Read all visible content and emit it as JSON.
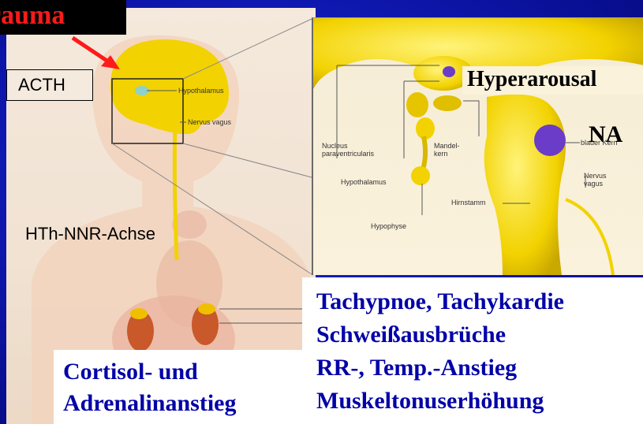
{
  "trauma_label": "rauma",
  "acth_label": "ACTH",
  "hth_label": "HTh-NNR-Achse",
  "hyperarousal_label": "Hyperarousal",
  "na_label": "NA",
  "anatomy_labels": {
    "hypothalamus_left": "Hypothalamus",
    "nervus_vagus_left": "Nervus vagus",
    "nucleus_paraventricularis": "Nucleus paraventricularis",
    "mandelkern": "Mandel-kern",
    "hypothalamus_right": "Hypothalamus",
    "hypophyse": "Hypophyse",
    "hirnstamm": "Hirnstamm",
    "blauer_kern": "blauer Kern",
    "nervus_vagus_right": "Nervus vagus"
  },
  "symptoms": [
    "Tachypnoe, Tachykardie",
    "Schweißausbrüche",
    "RR-, Temp.-Anstieg",
    "Muskeltonuserhöhung"
  ],
  "cortisol_lines": [
    "Cortisol- und",
    "Adrenalinanstieg"
  ],
  "colors": {
    "background": "#0d15a8",
    "trauma_text": "#ff1a1a",
    "arrow": "#ff1a1a",
    "brain": "#f2d200",
    "body": "#f2cdb4",
    "symptom_text": "#0000a8",
    "locus_coeruleus": "#6a3cc8"
  }
}
